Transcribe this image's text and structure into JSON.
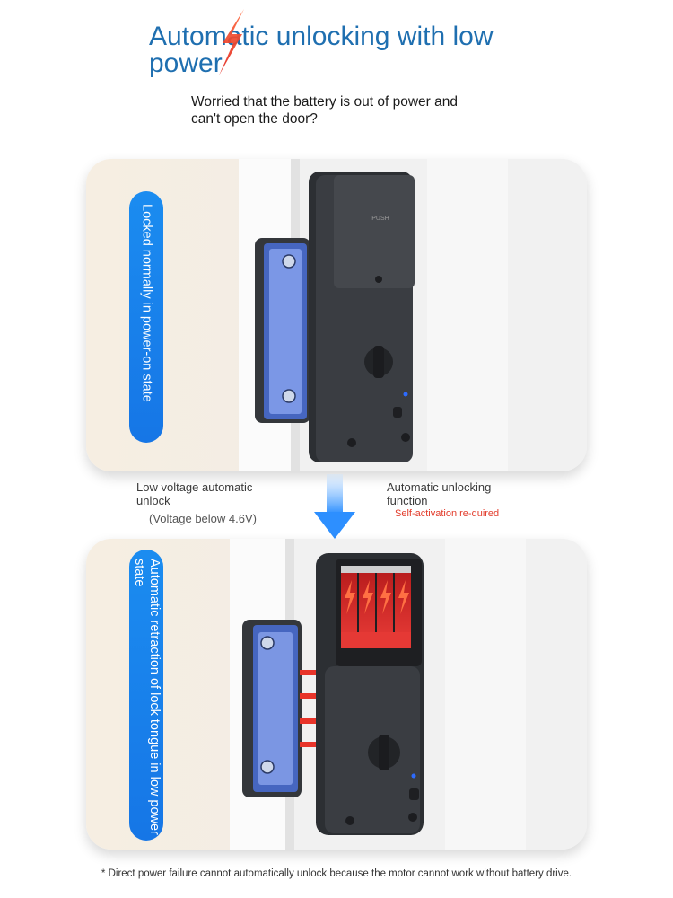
{
  "header": {
    "title": "Automatic unlocking with low power",
    "subtitle": "Worried that the battery is out of power and can't open the door?"
  },
  "panel1": {
    "label": "Locked normally in power-on state",
    "push_text": "PUSH"
  },
  "transition": {
    "left_label": "Low voltage automatic unlock",
    "left_sub": "(Voltage below 4.6V)",
    "right_label": "Automatic unlocking function",
    "right_sub": "Self-activation re-quired"
  },
  "panel2": {
    "label": "Automatic retraction of lock tongue in low power state"
  },
  "footnote": "* Direct power failure cannot automatically unlock because the motor cannot work without battery drive.",
  "colors": {
    "title_blue": "#1f6fb0",
    "pill_blue": "#1676e6",
    "accent_red": "#e23b2a",
    "lock_body": "#2c2f33"
  },
  "icons": {
    "title_bolt": "lightning-bolt-icon",
    "arrow": "down-arrow-icon",
    "battery_bolt": "lightning-bolt-icon"
  }
}
